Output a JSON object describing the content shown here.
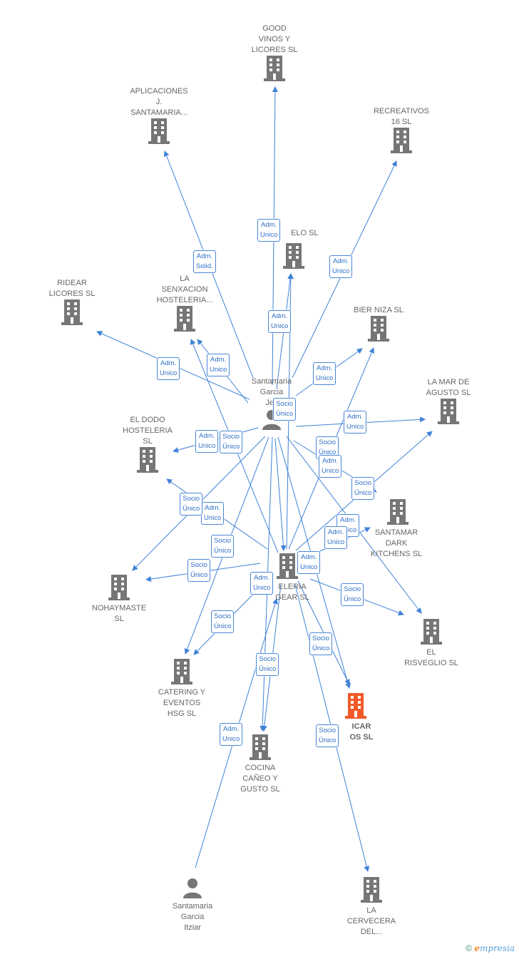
{
  "nodes": {
    "good_vinos": {
      "label": "GOOD\nVINOS Y\nLICORES  SL",
      "type": "company"
    },
    "aplicaciones": {
      "label": "APLICACIONES\nJ.\nSANTAMARIA...",
      "type": "company"
    },
    "recreativos": {
      "label": "RECREATIVOS\n16  SL",
      "type": "company"
    },
    "elo": {
      "label": "ELO  SL",
      "type": "company"
    },
    "ridear": {
      "label": "RIDEAR\nLICORES  SL",
      "type": "company"
    },
    "senxacion": {
      "label": "LA\nSENXACION\nHOSTELERIA...",
      "type": "company"
    },
    "bier_niza": {
      "label": "BIER NIZA  SL",
      "type": "company"
    },
    "santamaria_jesus": {
      "label": "Santamaria\nGarcia\nJes",
      "type": "person"
    },
    "la_mar": {
      "label": "LA MAR DE\nAGUSTO  SL",
      "type": "company"
    },
    "el_dodo": {
      "label": "EL DODO\nHOSTELERIA\nSL",
      "type": "company"
    },
    "santamar_dark": {
      "label": "SANTAMAR\nDARK\nKITCHENS  SL",
      "type": "company"
    },
    "hosteleria_gear": {
      "label": "ELERIA\nGEAR SL",
      "type": "company"
    },
    "nohaymaste": {
      "label": "NOHAYMASTE\nSL",
      "type": "company"
    },
    "el_risveglio": {
      "label": "EL\nRISVEGLIO  SL",
      "type": "company"
    },
    "catering": {
      "label": "CATERING Y\nEVENTOS\nHSG  SL",
      "type": "company"
    },
    "bicar": {
      "label": "ICAR\nOS  SL",
      "type": "company_focus"
    },
    "cocina": {
      "label": "COCINA\nCAÑEO Y\nGUSTO  SL",
      "type": "company"
    },
    "santamaria_itziar": {
      "label": "Santamaria\nGarcia\nItziar",
      "type": "person"
    },
    "la_cervecera": {
      "label": "LA\nCERVECERA\nDEL...",
      "type": "company"
    }
  },
  "badges": [
    {
      "id": "b1",
      "text": "Adm.\nUnico"
    },
    {
      "id": "b2",
      "text": "Adm.\nSolid."
    },
    {
      "id": "b3",
      "text": "Adm.\nUnico"
    },
    {
      "id": "b4",
      "text": "Adm.\nUnico"
    },
    {
      "id": "b5",
      "text": "Adm.\nUnico"
    },
    {
      "id": "b6",
      "text": "Adm.\nUnico"
    },
    {
      "id": "b7",
      "text": "Adm.\nUnico"
    },
    {
      "id": "b8",
      "text": "Socio\nÚnico"
    },
    {
      "id": "b9",
      "text": "Adm.\nUnico"
    },
    {
      "id": "b10",
      "text": "Adm.\nUnico"
    },
    {
      "id": "b11",
      "text": "Socio\nÚnico"
    },
    {
      "id": "b12",
      "text": "Socio\nÚnico"
    },
    {
      "id": "b13",
      "text": "Adm.\nUnico"
    },
    {
      "id": "b14",
      "text": "Socio\nÚnico"
    },
    {
      "id": "b15",
      "text": "Adm.\nUnico"
    },
    {
      "id": "b16",
      "text": "Socio\nÚnico"
    },
    {
      "id": "b17",
      "text": "Adm.\nUnico"
    },
    {
      "id": "b18",
      "text": "Adm.\nUnico"
    },
    {
      "id": "b19",
      "text": "Socio\nÚnico"
    },
    {
      "id": "b20",
      "text": "Adm.\nUnico"
    },
    {
      "id": "b21",
      "text": "Socio\nÚnico"
    },
    {
      "id": "b22",
      "text": "Adm.\nUnico"
    },
    {
      "id": "b23",
      "text": "Socio\nÚnico"
    },
    {
      "id": "b24",
      "text": "Socio\nÚnico"
    },
    {
      "id": "b25",
      "text": "Socio\nÚnico"
    },
    {
      "id": "b26",
      "text": "Socio\nÚnico"
    },
    {
      "id": "b27",
      "text": "Adm.\nUnico"
    },
    {
      "id": "b28",
      "text": "Socio\nÚnico"
    }
  ],
  "footer": {
    "copyright": "©",
    "brand_e": "e",
    "brand_rest": "mpresia"
  },
  "colors": {
    "edge": "#3f82d8",
    "node": "#767676",
    "focus": "#f25a2a",
    "badge_border": "#4a86d6"
  }
}
